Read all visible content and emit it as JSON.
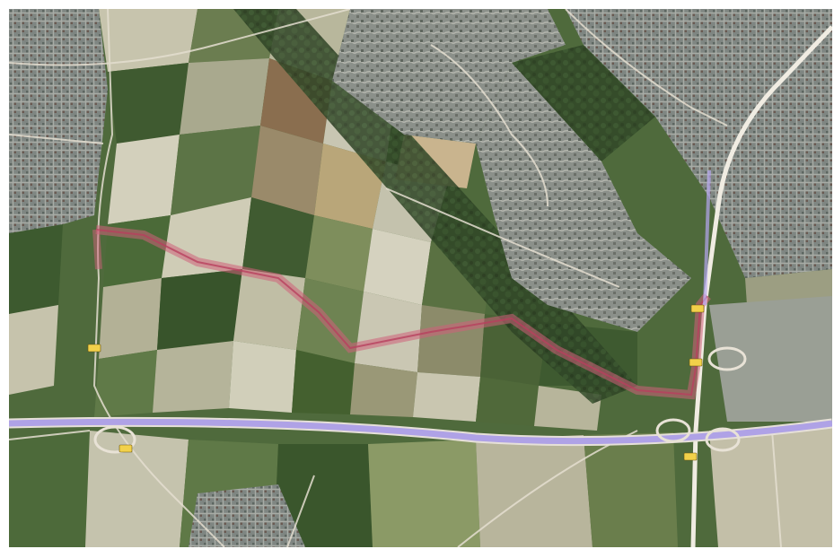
{
  "map": {
    "view": "satellite",
    "colors": {
      "farmland_dark": "#3f5a30",
      "farmland_light": "#c9c7b4",
      "urban": "#8a8f8c",
      "road": "#e8e2d6",
      "motorway_highlight": "#a99be8",
      "route_highlight": "#d0607a",
      "route_shield": "#f2d14a"
    },
    "route_shields": [
      {
        "id": "shield-west-1"
      },
      {
        "id": "shield-west-2"
      },
      {
        "id": "shield-east-1"
      },
      {
        "id": "shield-east-2"
      },
      {
        "id": "shield-east-3"
      }
    ]
  }
}
